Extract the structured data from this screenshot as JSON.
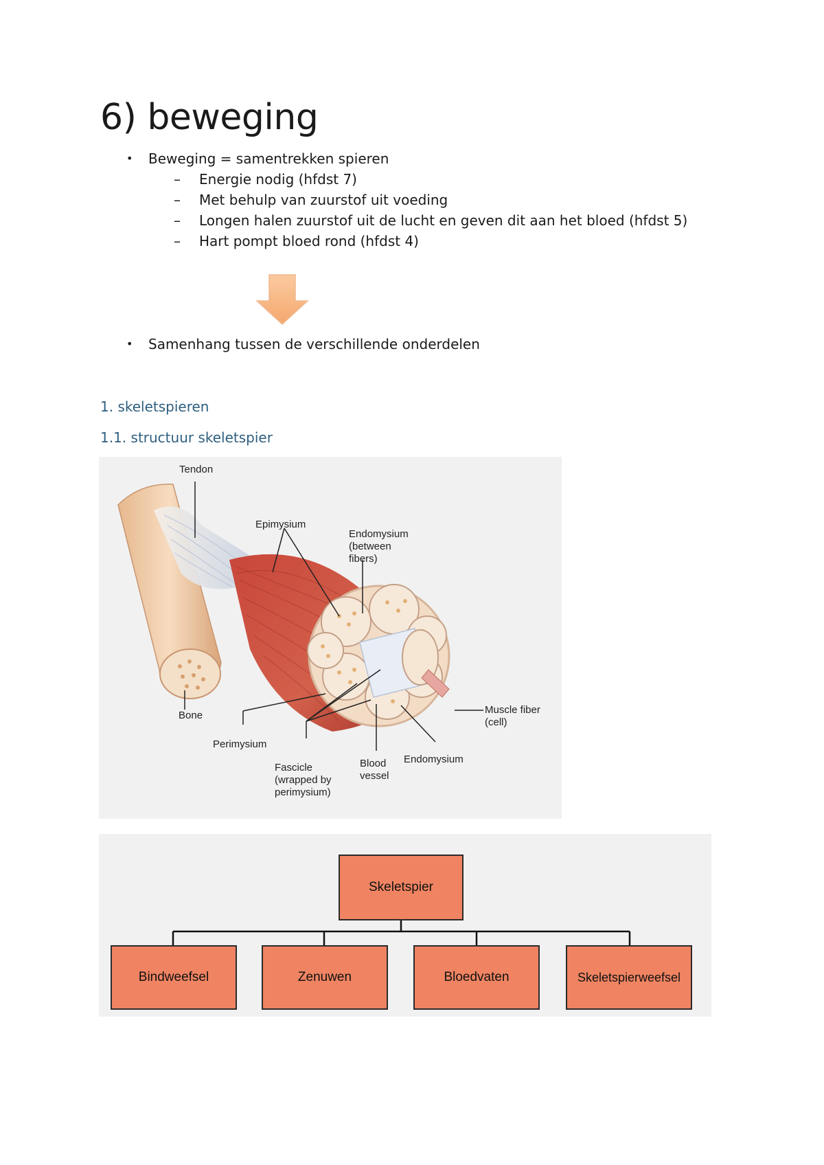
{
  "title": "6) beweging",
  "bullets": [
    "Beweging = samentrekken spieren",
    "Samenhang tussen de verschillende onderdelen"
  ],
  "sub_bullets": [
    "Energie nodig (hfdst 7)",
    "Met behulp van zuurstof uit voeding",
    "Longen halen zuurstof uit de lucht en geven  dit aan het bloed (hfdst 5)",
    "Hart pompt bloed rond (hfdst 4)"
  ],
  "bullet_symbol": "•",
  "dash_symbol": "–",
  "headings": {
    "h1": "1. skeletspieren",
    "h2": "1.1. structuur skeletspier"
  },
  "figure": {
    "labels": {
      "tendon": "Tendon",
      "epimysium": "Epimysium",
      "endomysium_between": "Endomysium\n(between\nfibers)",
      "bone": "Bone",
      "muscle_fiber": "Muscle fiber\n(cell)",
      "perimysium": "Perimysium",
      "fascicle": "Fascicle\n(wrapped by\nperimysium)",
      "blood_vessel": "Blood\nvessel",
      "endomysium": "Endomysium"
    }
  },
  "org_chart": {
    "root": "Skeletspier",
    "children": [
      "Bindweefsel",
      "Zenuwen",
      "Bloedvaten",
      "Skeletspierweefsel"
    ]
  },
  "colors": {
    "heading": "#2e5f7f",
    "node_fill": "#f08462",
    "arrow": "#f7b27d"
  }
}
